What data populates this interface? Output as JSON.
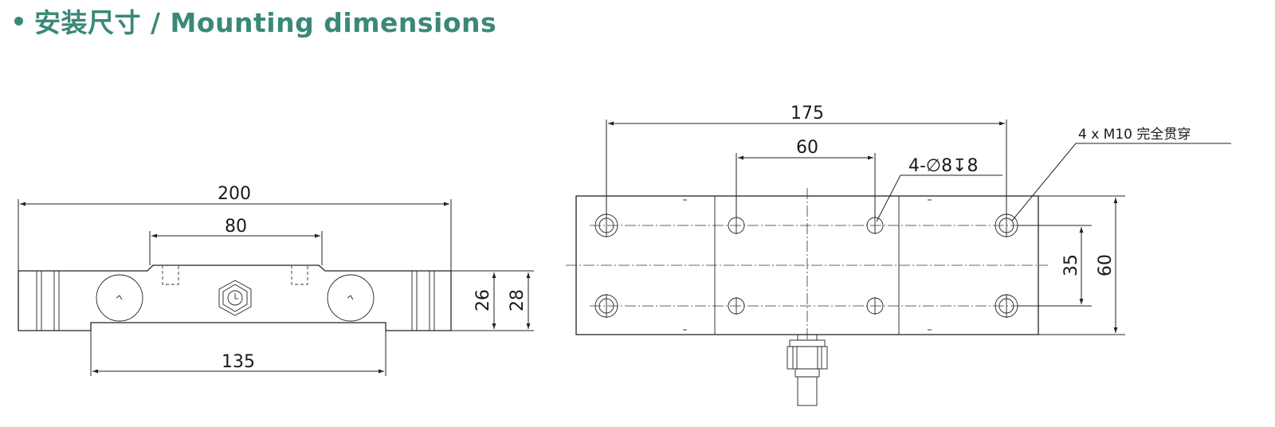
{
  "header": {
    "title": "安装尺寸 / Mounting dimensions"
  },
  "colors": {
    "accent": "#3a8878",
    "line": "#222222"
  },
  "side_view": {
    "overall_length": "200",
    "hole_spacing": "80",
    "bottom_length": "135",
    "inner_height": "26",
    "outer_height": "28"
  },
  "top_view": {
    "mounting_hole_spacing": "175",
    "thread_hole_spacing": "60",
    "hole_row_spacing": "35",
    "width": "60",
    "blind_hole_callout": "4-∅8↧8",
    "through_hole_callout": "4 x M10  完全贯穿"
  }
}
